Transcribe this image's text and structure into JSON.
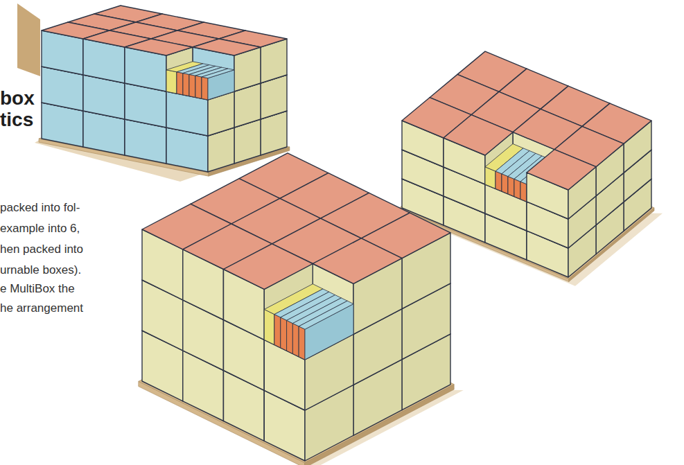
{
  "diagram": {
    "title": "box tics",
    "labels": [
      "packed into fol-",
      "example into 6,",
      "hen packed into",
      "urnable boxes).",
      "e MultiBox the",
      "he arrangement"
    ]
  }
}
